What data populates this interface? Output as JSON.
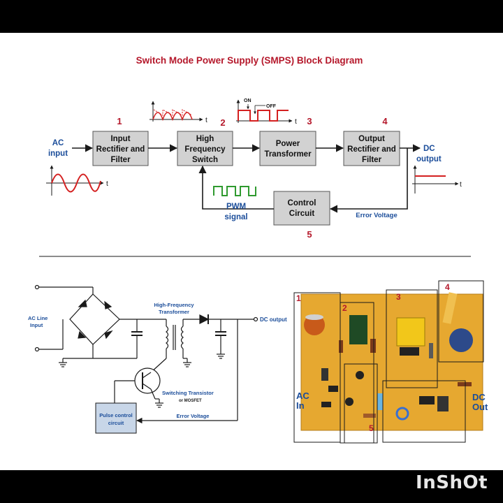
{
  "title": "Switch Mode Power Supply (SMPS) Block Diagram",
  "blocks": {
    "b1": {
      "num": "1",
      "line1": "Input",
      "line2": "Rectifier and",
      "line3": "Filter"
    },
    "b2": {
      "num": "2",
      "line1": "High",
      "line2": "Frequency",
      "line3": "Switch"
    },
    "b3": {
      "num": "3",
      "line1": "Power",
      "line2": "Transformer"
    },
    "b4": {
      "num": "4",
      "line1": "Output",
      "line2": "Rectifier and",
      "line3": "Filter"
    },
    "b5": {
      "num": "5",
      "line1": "Control",
      "line2": "Circuit"
    }
  },
  "io": {
    "ac_line1": "AC",
    "ac_line2": "input",
    "dc_line1": "DC",
    "dc_line2": "output",
    "pwm_line1": "PWM",
    "pwm_line2": "signal",
    "error_voltage": "Error Voltage"
  },
  "waveforms": {
    "t": "t",
    "on": "ON",
    "off": "OFF"
  },
  "circuit": {
    "ac_line_1": "AC Line",
    "ac_line_2": "Input",
    "hf_1": "High-Frequency",
    "hf_2": "Transformer",
    "dc_output": "DC output",
    "switching_1": "Switching Transistor",
    "switching_2": "or MOSFET",
    "pulse_1": "Pulse control",
    "pulse_2": "circuit",
    "error_voltage": "Error Voltage"
  },
  "photo": {
    "labels": [
      "1",
      "2",
      "3",
      "4",
      "5"
    ],
    "ac_1": "AC",
    "ac_2": "In",
    "dc_1": "DC",
    "dc_2": "Out"
  },
  "watermark": "InShOt",
  "colors": {
    "title": "#b5182b",
    "number": "#b5182b",
    "label_blue": "#1b4d9a",
    "waveform_red": "#d42020",
    "pwm_green": "#2f9a2f",
    "block_fill": "#d2d2d2",
    "line": "#1a1a1a"
  }
}
